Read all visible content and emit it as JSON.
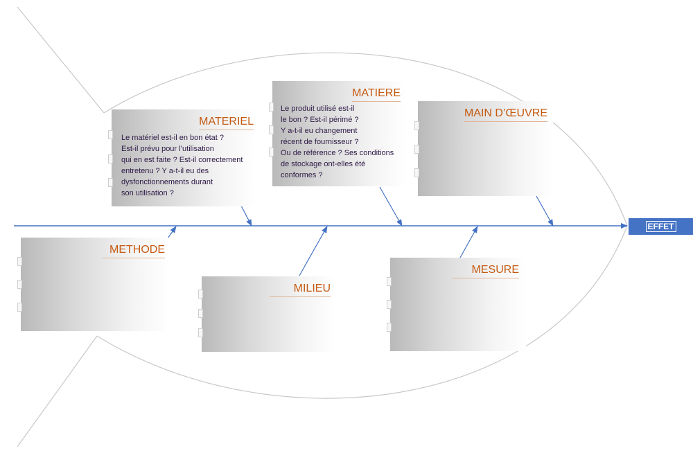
{
  "effect": {
    "label": "EFFET"
  },
  "top": [
    {
      "key": "materiel",
      "title": "MATERIEL",
      "lines": [
        "Le matériel est-il en bon état ?",
        "Est-il prévu pour l’utilisation",
        "qui en est faite ? Est-il correctement",
        "entretenu ? Y a-t-il eu des",
        "dysfonctionnements durant",
        "son utilisation ?"
      ]
    },
    {
      "key": "matiere",
      "title": "MATIERE",
      "lines": [
        "Le produit utilisé est-il",
        "le bon ? Est-il périmé ?",
        "Y a-t-il eu changement",
        "récent de fournisseur ?",
        "Ou de référence ? Ses conditions",
        "de stockage ont-elles été",
        "conformes ?"
      ]
    },
    {
      "key": "main-oeuvre",
      "title": "MAIN D’ŒUVRE",
      "lines": []
    }
  ],
  "bottom": [
    {
      "key": "methode",
      "title": "METHODE",
      "lines": []
    },
    {
      "key": "milieu",
      "title": "MILIEU",
      "lines": []
    },
    {
      "key": "mesure",
      "title": "MESURE",
      "lines": []
    }
  ],
  "colors": {
    "spine": "#4472c4",
    "title": "#c55a11",
    "text": "#2e1a47",
    "outline": "#c8c8c8"
  }
}
